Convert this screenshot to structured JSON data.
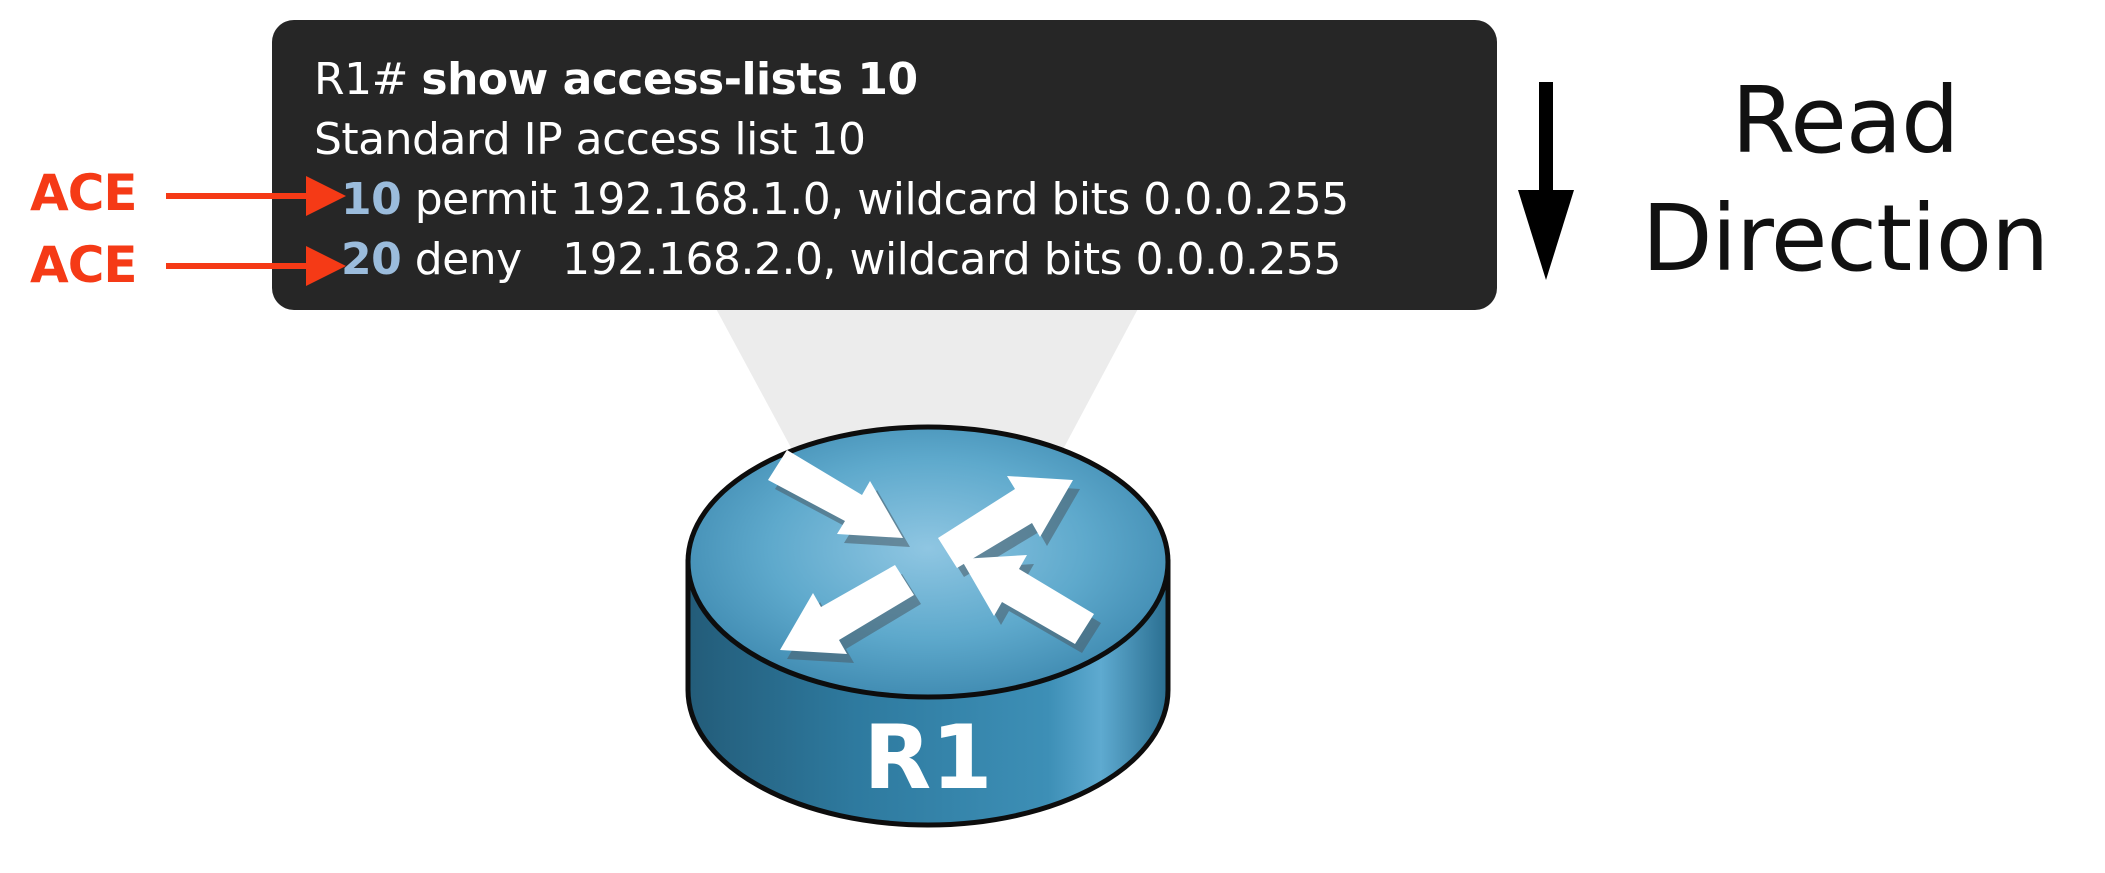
{
  "terminal": {
    "prompt": "R1# ",
    "command": "show access-lists 10",
    "header": "Standard IP access list 10",
    "entries": [
      {
        "seq": "10",
        "rest": " permit 192.168.1.0, wildcard bits 0.0.0.255"
      },
      {
        "seq": "20",
        "rest": " deny   192.168.2.0, wildcard bits 0.0.0.255"
      }
    ]
  },
  "ace_labels": [
    "ACE",
    "ACE"
  ],
  "read_direction": {
    "line1": "Read",
    "line2": "Direction"
  },
  "router": {
    "label": "R1",
    "icon": "router-icon"
  },
  "colors": {
    "terminal_bg": "#262626",
    "sequence_number": "#9bbcdc",
    "ace_accent": "#f53a16",
    "router_body": "#2e7a9f",
    "router_top": "#5ea9cc"
  }
}
